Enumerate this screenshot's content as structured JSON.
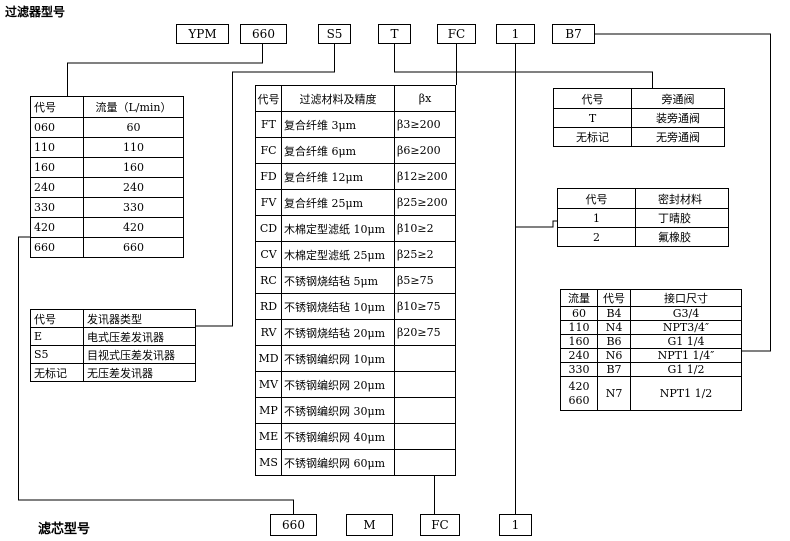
{
  "titles": {
    "filter_model": "过滤器型号",
    "element_model": "滤芯型号"
  },
  "top_codes": [
    "YPM",
    "660",
    "S5",
    "T",
    "FC",
    "1",
    "B7"
  ],
  "bottom_codes": [
    "660",
    "M",
    "FC",
    "1"
  ],
  "flow_table": {
    "headers": [
      "代号",
      "流量（L/min）"
    ],
    "rows": [
      [
        "060",
        "60"
      ],
      [
        "110",
        "110"
      ],
      [
        "160",
        "160"
      ],
      [
        "240",
        "240"
      ],
      [
        "330",
        "330"
      ],
      [
        "420",
        "420"
      ],
      [
        "660",
        "660"
      ]
    ]
  },
  "indicator_table": {
    "headers": [
      "代号",
      "发讯器类型"
    ],
    "rows": [
      [
        "E",
        "电式压差发讯器"
      ],
      [
        "S5",
        "目视式压差发讯器"
      ],
      [
        "无标记",
        "无压差发讯器"
      ]
    ]
  },
  "material_table": {
    "headers": [
      "代号",
      "过滤材料及精度",
      "βx"
    ],
    "rows": [
      [
        "FT",
        "复合纤维 3μm",
        "β3≥200"
      ],
      [
        "FC",
        "复合纤维 6μm",
        "β6≥200"
      ],
      [
        "FD",
        "复合纤维 12μm",
        "β12≥200"
      ],
      [
        "FV",
        "复合纤维 25μm",
        "β25≥200"
      ],
      [
        "CD",
        "木棉定型滤纸 10μm",
        "β10≥2"
      ],
      [
        "CV",
        "木棉定型滤纸 25μm",
        "β25≥2"
      ],
      [
        "RC",
        "不锈钢烧结毡 5μm",
        "β5≥75"
      ],
      [
        "RD",
        "不锈钢烧结毡 10μm",
        "β10≥75"
      ],
      [
        "RV",
        "不锈钢烧结毡 20μm",
        "β20≥75"
      ],
      [
        "MD",
        "不锈钢编织网 10μm",
        ""
      ],
      [
        "MV",
        "不锈钢编织网 20μm",
        ""
      ],
      [
        "MP",
        "不锈钢编织网 30μm",
        ""
      ],
      [
        "ME",
        "不锈钢编织网 40μm",
        ""
      ],
      [
        "MS",
        "不锈钢编织网 60μm",
        ""
      ]
    ]
  },
  "bypass_table": {
    "headers": [
      "代号",
      "旁通阀"
    ],
    "rows": [
      [
        "T",
        "装旁通阀"
      ],
      [
        "无标记",
        "无旁通阀"
      ]
    ]
  },
  "seal_table": {
    "headers": [
      "代号",
      "密封材料"
    ],
    "rows": [
      [
        "1",
        "丁晴胶"
      ],
      [
        "2",
        "氟橡胶"
      ]
    ]
  },
  "port_table": {
    "headers": [
      "流量",
      "代号",
      "接口尺寸"
    ],
    "rows": [
      [
        "60",
        "B4",
        "G3/4"
      ],
      [
        "110",
        "N4",
        "NPT3/4″"
      ],
      [
        "160",
        "B6",
        "G1 1/4"
      ],
      [
        "240",
        "N6",
        "NPT1 1/4″"
      ],
      [
        "330",
        "B7",
        "G1 1/2"
      ],
      [
        "420\n660",
        "N7",
        "NPT1 1/2"
      ]
    ]
  }
}
